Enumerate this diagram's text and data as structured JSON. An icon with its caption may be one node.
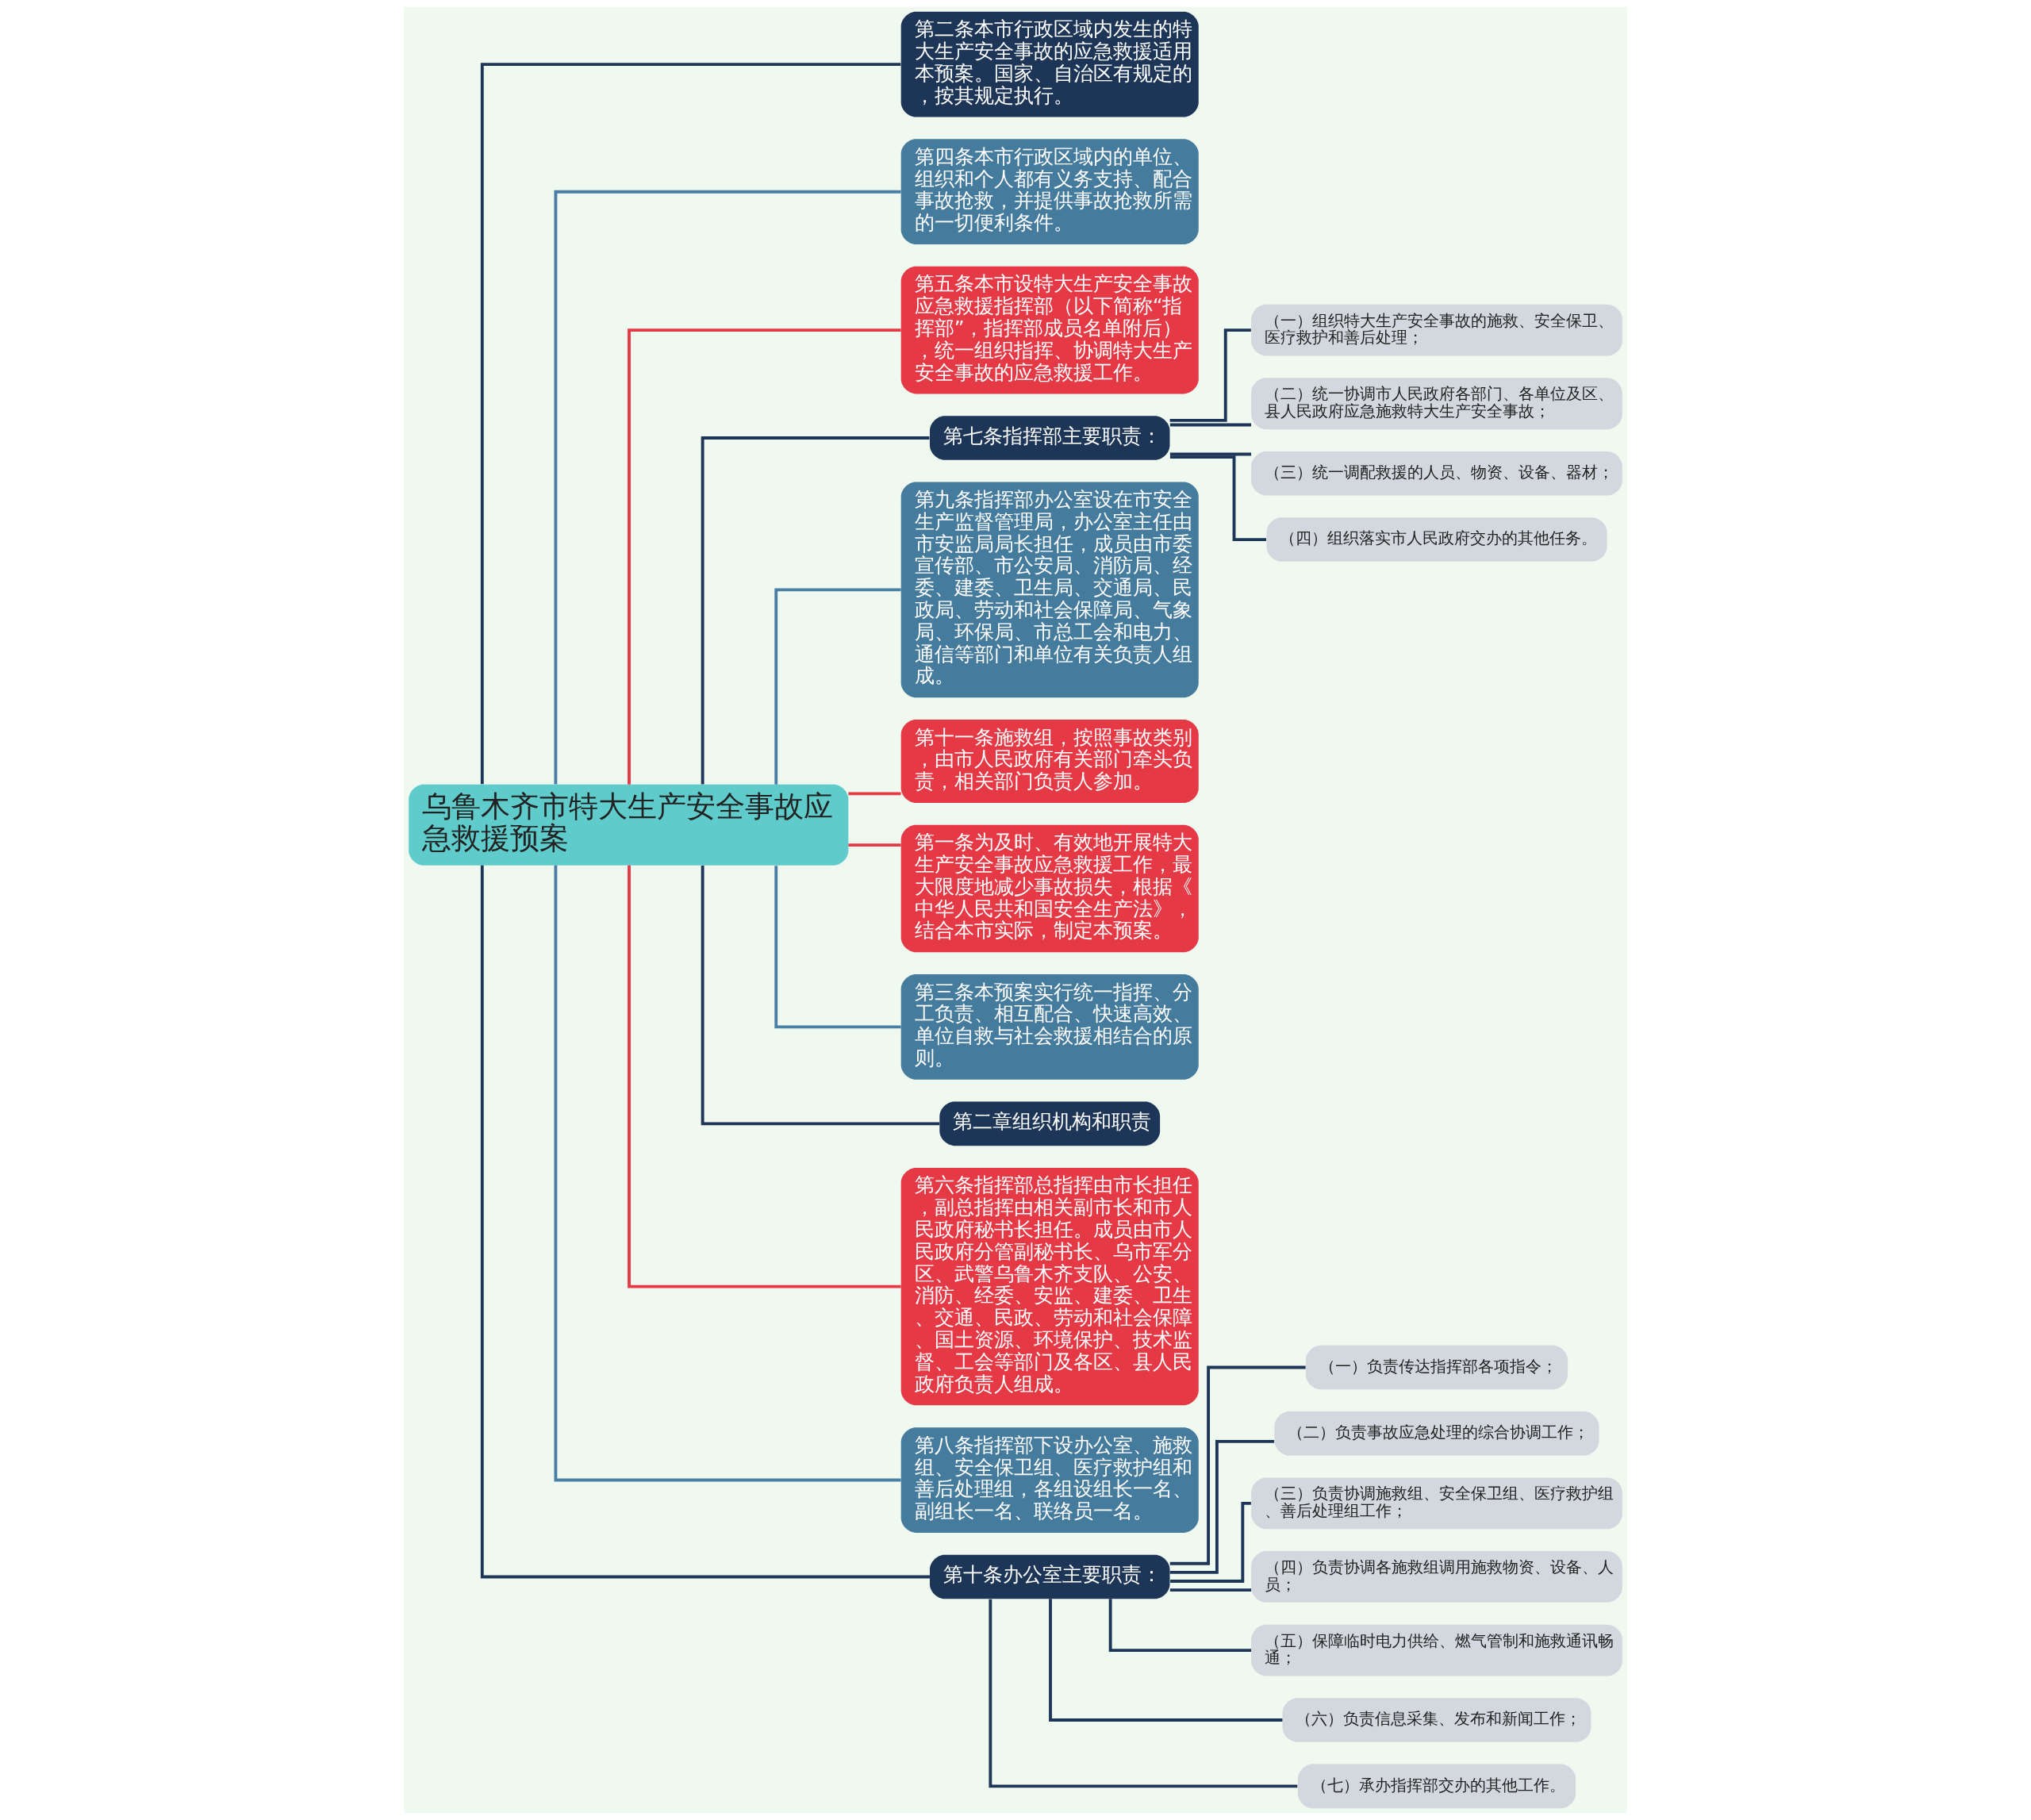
{
  "diagram": {
    "nodes": [
      {
        "text": [
          "乌鲁木齐市特大生产安全事故应急救援预案"
        ]
      },
      {
        "text": [
          "第二条本市行政区域内发生的特大生产安全事故的应急救援适用本预案。国家、自治区有规定的，按其规定执行。"
        ]
      },
      {
        "text": [
          "第四条本市行政区域内的单位、组织和个人都有义务支持、配合事故抢救，并提供事故抢救所需的一切便利条件。"
        ]
      },
      {
        "text": [
          "第五条本市设特大生产安全事故应急救援指挥部（以下简称“指挥部”，指挥部成员名单附后），统一组织指挥、协调特大生产安全事故的应急救援工作。"
        ]
      },
      {
        "text": [
          "第七条指挥部主要职责："
        ]
      },
      {
        "text": [
          "（一）组织特大生产安全事故的施救、安全保卫、医疗救护和善后处理；"
        ]
      },
      {
        "text": [
          "（二）统一协调市人民政府各部门、各单位及区、县人民政府应急施救特大生产安全事故；"
        ]
      },
      {
        "text": [
          "（三）统一调配救援的人员、物资、设备、器材；"
        ]
      },
      {
        "text": [
          "（四）组织落实市人民政府交办的其他任务。"
        ]
      },
      {
        "text": [
          "第九条指挥部办公室设在市安全生产监督管理局，办公室主任由市安监局局长担任，成员由市委宣传部、市公安局、消防局、经委、建委、卫生局、交通局、民政局、劳动和社会保障局、气象局、环保局、市总工会和电力、通信等部门和单位有关负责人组成。"
        ]
      },
      {
        "text": [
          "第十一条施救组，按照事故类别，由市人民政府有关部门牵头负责，相关部门负责人参加。"
        ]
      },
      {
        "text": [
          "第一条为及时、有效地开展特大生产安全事故应急救援工作，最大限度地减少事故损失，根据《中华人民共和国安全生产法》，结合本市实际，制定本预案。"
        ]
      },
      {
        "text": [
          "第三条本预案实行统一指挥、分工负责、相互配合、快速高效、单位自救与社会救援相结合的原则。"
        ]
      },
      {
        "text": [
          "第二章组织机构和职责"
        ]
      },
      {
        "text": [
          "第六条指挥部总指挥由市长担任，副总指挥由相关副市长和市人民政府秘书长担任。成员由市人民政府分管副秘书长、乌市军分区、武警乌鲁木齐支队、公安、消防、经委、安监、建委、卫生、交通、民政、劳动和社会保障、国土资源、环境保护、技术监督、工会等部门及各区、县人民政府负责人组成。"
        ]
      },
      {
        "text": [
          "第八条指挥部下设办公室、施救组、安全保卫组、医疗救护组和善后处理组，各组设组长一名、副组长一名、联络员一名。"
        ]
      },
      {
        "text": [
          "第十条办公室主要职责："
        ]
      },
      {
        "text": [
          "（一）负责传达指挥部各项指令；"
        ]
      },
      {
        "text": [
          "（二）负责事故应急处理的综合协调工作；"
        ]
      },
      {
        "text": [
          "（三）负责协调施救组、安全保卫组、医疗救护组、善后处理组工作；"
        ]
      },
      {
        "text": [
          "（四）负责协调各施救组调用施救物资、设备、人员；"
        ]
      },
      {
        "text": [
          "（五）保障临时电力供给、燃气管制和施救通讯畅通；"
        ]
      },
      {
        "text": [
          "（六）负责信息采集、发布和新闻工作；"
        ]
      },
      {
        "text": [
          "（七）承办指挥部交办的其他工作。"
        ]
      }
    ],
    "edges": [
      {
        "from": 0,
        "to": 1,
        "arrow": "none"
      },
      {
        "from": 0,
        "to": 2,
        "arrow": "none",
        "color": "#4a7fa5"
      },
      {
        "from": 0,
        "to": 3,
        "arrow": "none",
        "color": "#e63946"
      },
      {
        "from": 0,
        "to": 4,
        "arrow": "none"
      },
      {
        "from": 4,
        "to": 5,
        "arrow": "none"
      },
      {
        "from": 4,
        "to": 6,
        "arrow": "none"
      },
      {
        "from": 4,
        "to": 7,
        "arrow": "none"
      },
      {
        "from": 4,
        "to": 8,
        "arrow": "none"
      },
      {
        "from": 0,
        "to": 9,
        "arrow": "none",
        "color": "#4a7fa5"
      },
      {
        "from": 0,
        "to": 10,
        "arrow": "none",
        "color": "#e63946"
      },
      {
        "from": 0,
        "to": 11,
        "arrow": "none",
        "color": "#e63946"
      },
      {
        "from": 0,
        "to": 12,
        "arrow": "none",
        "color": "#4a7fa5"
      },
      {
        "from": 0,
        "to": 13,
        "arrow": "none"
      },
      {
        "from": 0,
        "to": 14,
        "arrow": "none",
        "color": "#e63946"
      },
      {
        "from": 0,
        "to": 15,
        "arrow": "none",
        "color": "#4a7fa5"
      },
      {
        "from": 0,
        "to": 16,
        "arrow": "none"
      },
      {
        "from": 16,
        "to": 17,
        "arrow": "none"
      },
      {
        "from": 16,
        "to": 18,
        "arrow": "none"
      },
      {
        "from": 16,
        "to": 19,
        "arrow": "none"
      },
      {
        "from": 16,
        "to": 20,
        "arrow": "none"
      },
      {
        "from": 16,
        "to": 21,
        "arrow": "none"
      },
      {
        "from": 16,
        "to": 22,
        "arrow": "none"
      },
      {
        "from": 16,
        "to": 23,
        "arrow": "none"
      }
    ]
  }
}
